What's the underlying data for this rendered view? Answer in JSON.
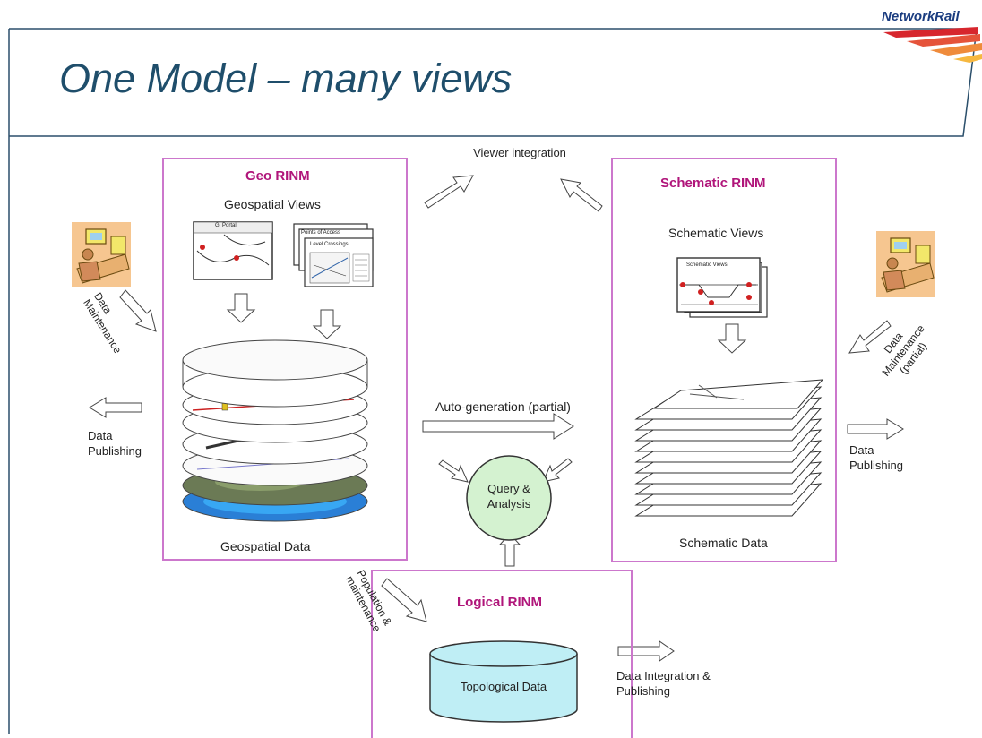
{
  "title": "One Model – many views",
  "logo": {
    "name": "NetworkRail"
  },
  "geo": {
    "heading": "Geo RINM",
    "views_label": "Geospatial Views",
    "data_label": "Geospatial Data",
    "screen1_title": "GI Portal",
    "screen2_title": "Points of Access",
    "screen3_title": "Level Crossings"
  },
  "schematic": {
    "heading": "Schematic RINM",
    "views_label": "Schematic Views",
    "data_label": "Schematic Data",
    "screen_title": "Schematic Views"
  },
  "logical": {
    "heading": "Logical RINM",
    "db_label": "Topological Data"
  },
  "center": {
    "viewer_integration": "Viewer integration",
    "auto_generation": "Auto-generation (partial)",
    "query_analysis": "Query & Analysis"
  },
  "left": {
    "data_maintenance": "Data Maintenance",
    "data_publishing": "Data Publishing"
  },
  "right": {
    "data_maintenance": "Data Maintenance (partial)",
    "data_publishing": "Data Publishing"
  },
  "bottom": {
    "population": "Population & maintenance",
    "data_integration": "Data Integration & Publishing"
  },
  "colors": {
    "title": "#1f4e6b",
    "heading": "#b0157a",
    "box_border": "#cc77cc",
    "query_fill": "#d4f2d0",
    "db_fill": "#bfeef5"
  }
}
